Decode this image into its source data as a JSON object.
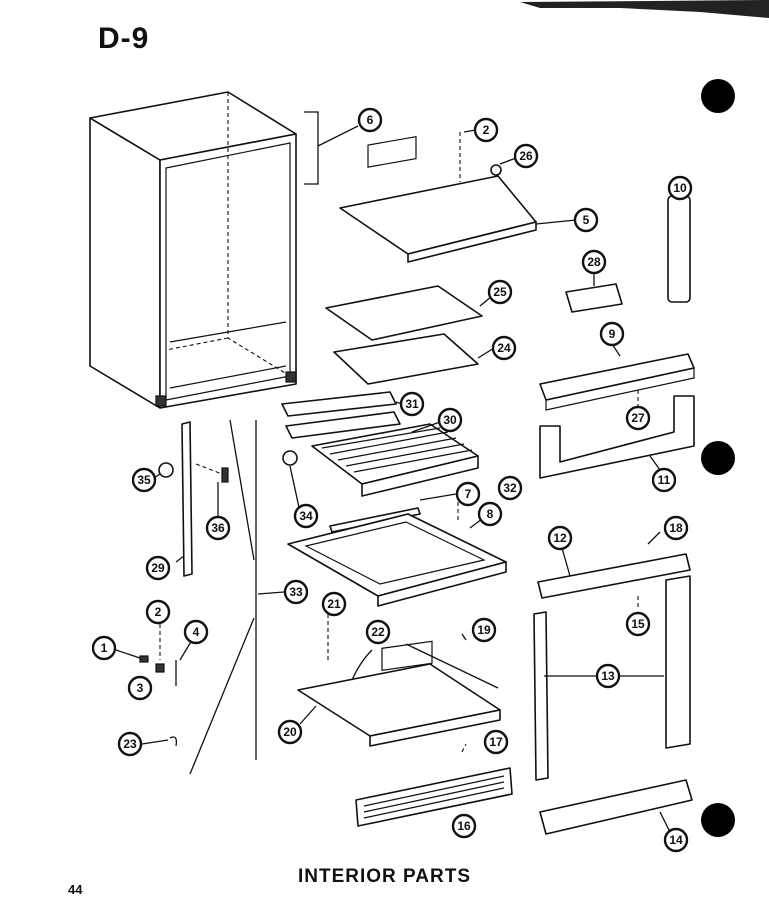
{
  "header": {
    "page_id": "D-9",
    "page_number": "44"
  },
  "caption": "INTERIOR PARTS",
  "callouts": [
    {
      "key": "c6",
      "label": "6"
    },
    {
      "key": "c2a",
      "label": "2"
    },
    {
      "key": "c26",
      "label": "26"
    },
    {
      "key": "c5",
      "label": "5"
    },
    {
      "key": "c10",
      "label": "10"
    },
    {
      "key": "c28",
      "label": "28"
    },
    {
      "key": "c25",
      "label": "25"
    },
    {
      "key": "c24",
      "label": "24"
    },
    {
      "key": "c9",
      "label": "9"
    },
    {
      "key": "c27",
      "label": "27"
    },
    {
      "key": "c31",
      "label": "31"
    },
    {
      "key": "c30",
      "label": "30"
    },
    {
      "key": "c11",
      "label": "11"
    },
    {
      "key": "c35",
      "label": "35"
    },
    {
      "key": "c36",
      "label": "36"
    },
    {
      "key": "c34",
      "label": "34"
    },
    {
      "key": "c7",
      "label": "7"
    },
    {
      "key": "c32",
      "label": "32"
    },
    {
      "key": "c8",
      "label": "8"
    },
    {
      "key": "c18",
      "label": "18"
    },
    {
      "key": "c29",
      "label": "29"
    },
    {
      "key": "c12",
      "label": "12"
    },
    {
      "key": "c2b",
      "label": "2"
    },
    {
      "key": "c33",
      "label": "33"
    },
    {
      "key": "c21",
      "label": "21"
    },
    {
      "key": "c15",
      "label": "15"
    },
    {
      "key": "c1",
      "label": "1"
    },
    {
      "key": "c4",
      "label": "4"
    },
    {
      "key": "c22",
      "label": "22"
    },
    {
      "key": "c19",
      "label": "19"
    },
    {
      "key": "c3",
      "label": "3"
    },
    {
      "key": "c13",
      "label": "13"
    },
    {
      "key": "c20",
      "label": "20"
    },
    {
      "key": "c23",
      "label": "23"
    },
    {
      "key": "c17",
      "label": "17"
    },
    {
      "key": "c16",
      "label": "16"
    },
    {
      "key": "c14",
      "label": "14"
    }
  ]
}
